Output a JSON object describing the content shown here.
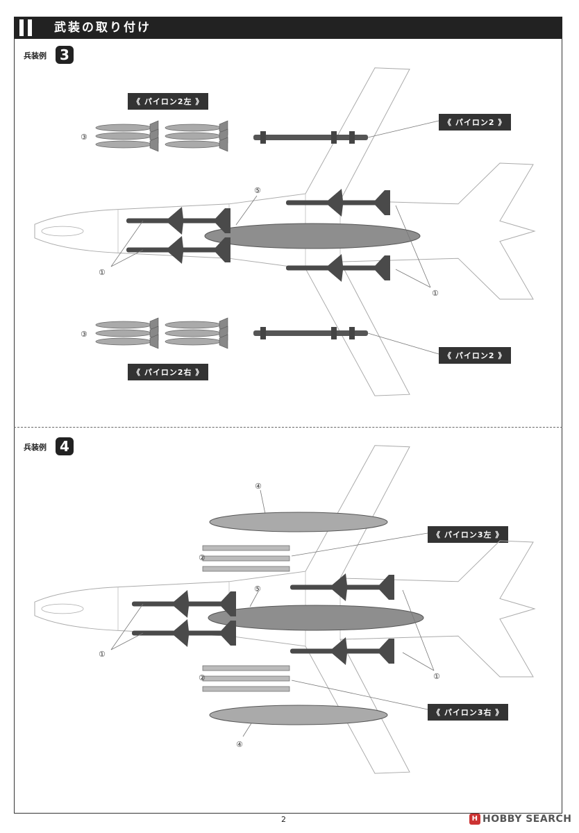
{
  "header": {
    "title": "武装の取り付け"
  },
  "page": {
    "number": "2"
  },
  "examples": [
    {
      "label": "兵装例",
      "number": "3",
      "callouts": {
        "pylon2_left": "《 パイロン2左 》",
        "pylon2_right": "《 パイロン2右 》",
        "pylon2_top": "《 パイロン2 》",
        "pylon2_bottom": "《 パイロン2 》"
      },
      "markers": {
        "one": "①",
        "three": "③",
        "five": "⑤"
      }
    },
    {
      "label": "兵装例",
      "number": "4",
      "callouts": {
        "pylon3_left": "《 パイロン3左 》",
        "pylon3_right": "《 パイロン3右 》"
      },
      "markers": {
        "one": "①",
        "two": "②",
        "four": "④",
        "five": "⑤"
      }
    }
  ],
  "watermark": {
    "text": "HOBBY SEARCH",
    "icon": "hobby-search-logo-icon"
  },
  "colors": {
    "ink": "#222222",
    "weapon": "#4a4a4a",
    "tank": "#9a9a9a",
    "line": "#999999"
  }
}
